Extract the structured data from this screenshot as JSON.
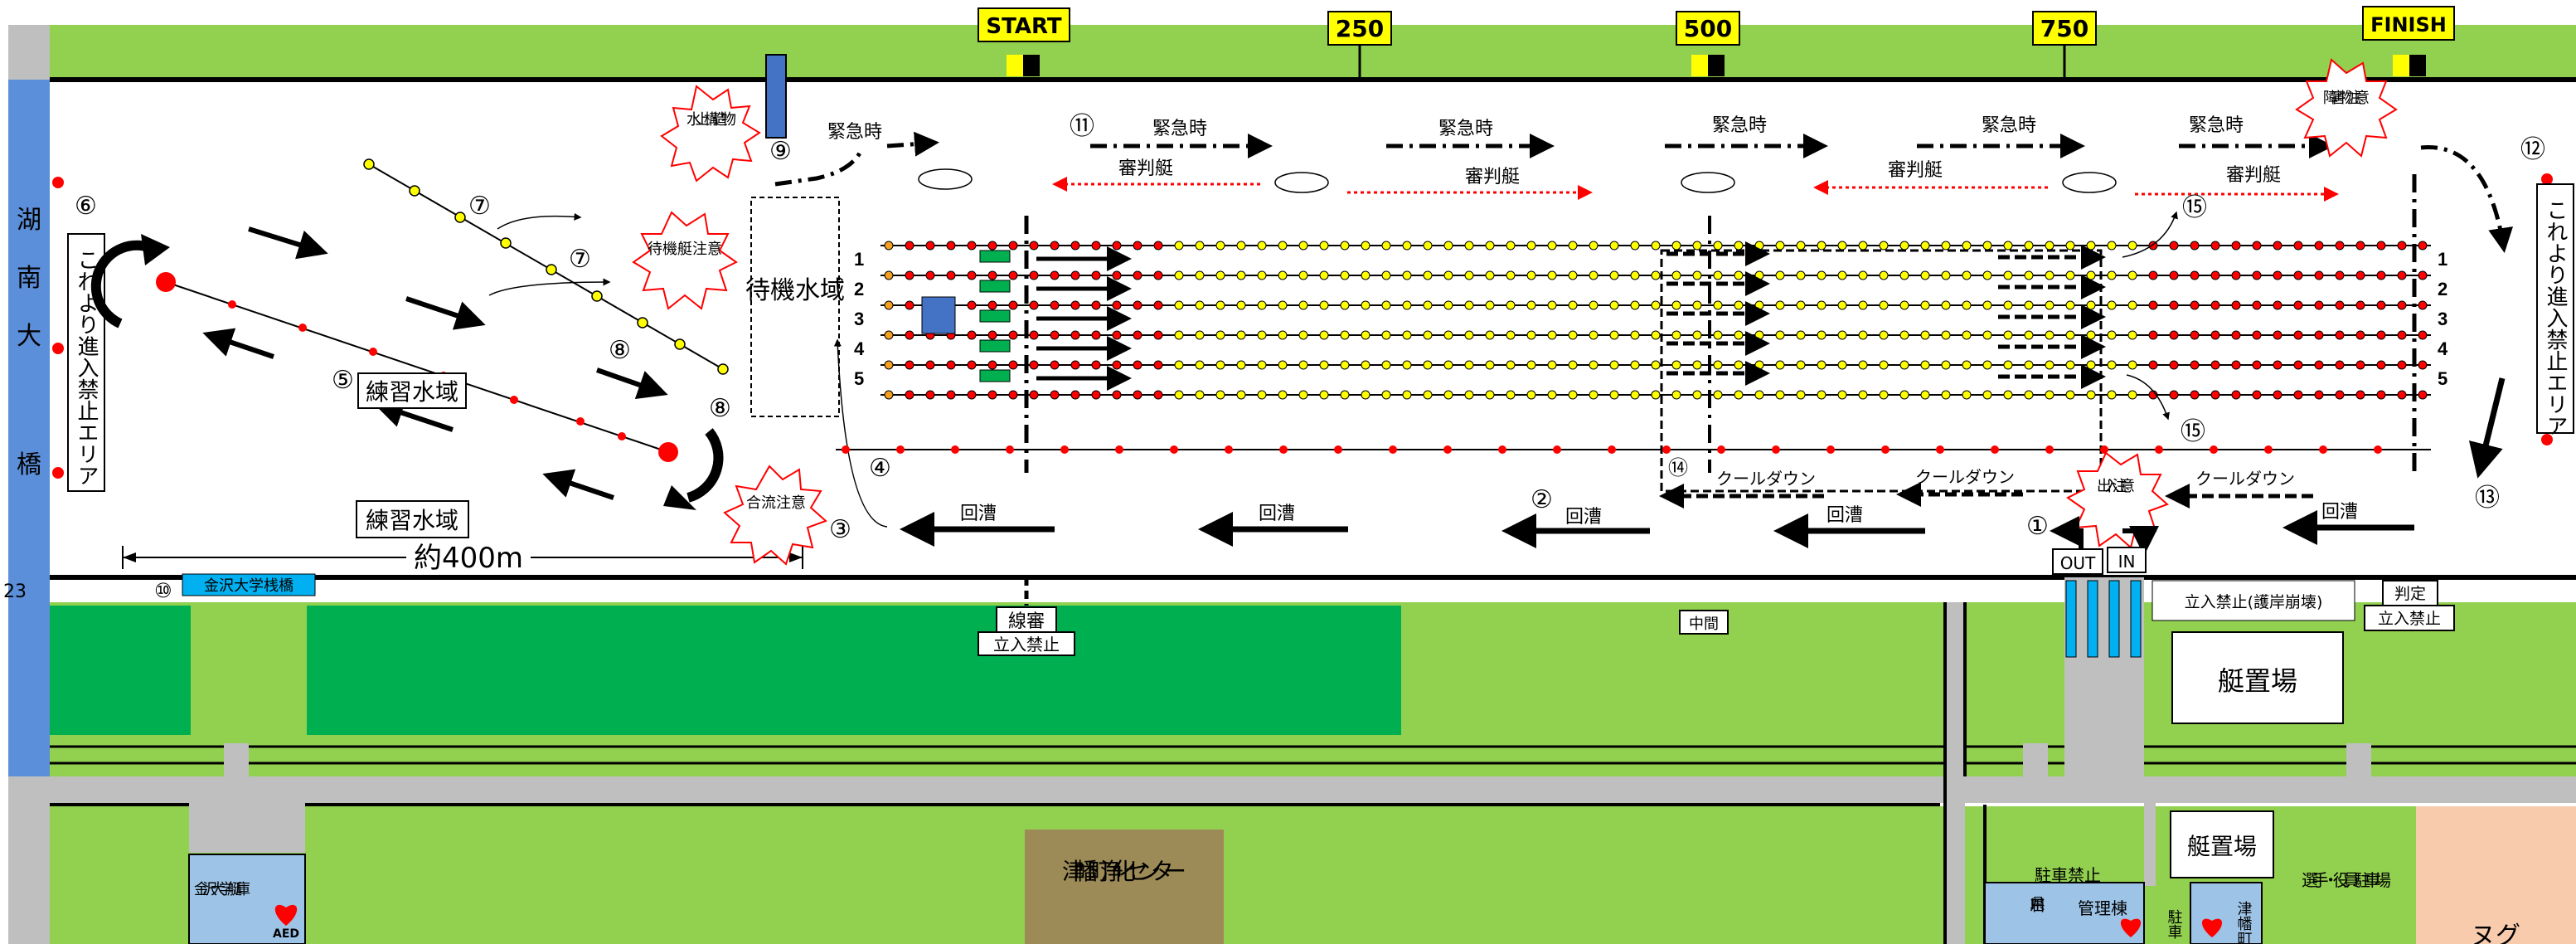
{
  "colors": {
    "grass": "#92d050",
    "dark_grass": "#00b050",
    "water": "#ffffff",
    "bridge": "#5b8fd9",
    "sign": "#ffff00",
    "road": "#bfbfbf",
    "building": "#9c8b57",
    "peach": "#f8cbad",
    "blue_box": "#5b9bd5",
    "red": "#ff0000",
    "yellow": "#ffff00",
    "orange": "#f4a020"
  },
  "markers": {
    "start": "START",
    "m250": "250",
    "m500": "500",
    "m750": "750",
    "finish": "FINISH"
  },
  "bridge": {
    "chars": [
      "湖",
      "南",
      "大",
      "橋"
    ]
  },
  "left": {
    "circle6": "⑥",
    "no_entry": "これより進入禁止エリア",
    "practice_label_small": "練習水域",
    "practice_num": "⑤",
    "practice_label_big": "練習水域",
    "distance": "約400m",
    "num10": "⑩",
    "pier": "金沢大学桟橋",
    "num7a": "⑦",
    "num7b": "⑦",
    "num8a": "⑧",
    "num8b": "⑧",
    "cut": "23"
  },
  "center": {
    "structure_warn": "水上構造物",
    "num9": "⑨",
    "waiting_boat_warn": "待機艇注意",
    "waiting_area": "待機水域",
    "merge_warn": "合流注意",
    "num3": "③",
    "num4": "④",
    "emergency": "緊急時",
    "num11": "⑪",
    "judge_boat": "審判艇",
    "rowback": "回漕",
    "num2": "②",
    "cooldown": "クールダウン",
    "num14": "⑭",
    "num15a": "⑮",
    "num15b": "⑮",
    "num1": "①",
    "in_out_warn": "出入注意",
    "out": "OUT",
    "in": "IN",
    "num13": "⑬",
    "num12": "⑫",
    "obstacle_warn": "障害物注意",
    "lanes": [
      "1",
      "2",
      "3",
      "4",
      "5"
    ]
  },
  "shore": {
    "line_judge": "線審",
    "no_entry": "立入禁止",
    "middle": "中間",
    "no_entry_revetment": "立入禁止(護岸崩壊)",
    "judge": "判定",
    "judge_no_entry": "立入禁止",
    "boat_storage": "艇置場",
    "boat_storage2": "艇置場",
    "parking_no": "駐車禁止",
    "player_parking": "選手・役員駐車場",
    "facility": "津幡町浄化センター",
    "kanazawa_boathouse": "金沢大学艇庫",
    "aed": "AED",
    "admin": "管理棟",
    "ishikawa": "石川県",
    "parking_short": "駐車",
    "tsubata": "津幡町",
    "right_edge": "ヌグ"
  }
}
